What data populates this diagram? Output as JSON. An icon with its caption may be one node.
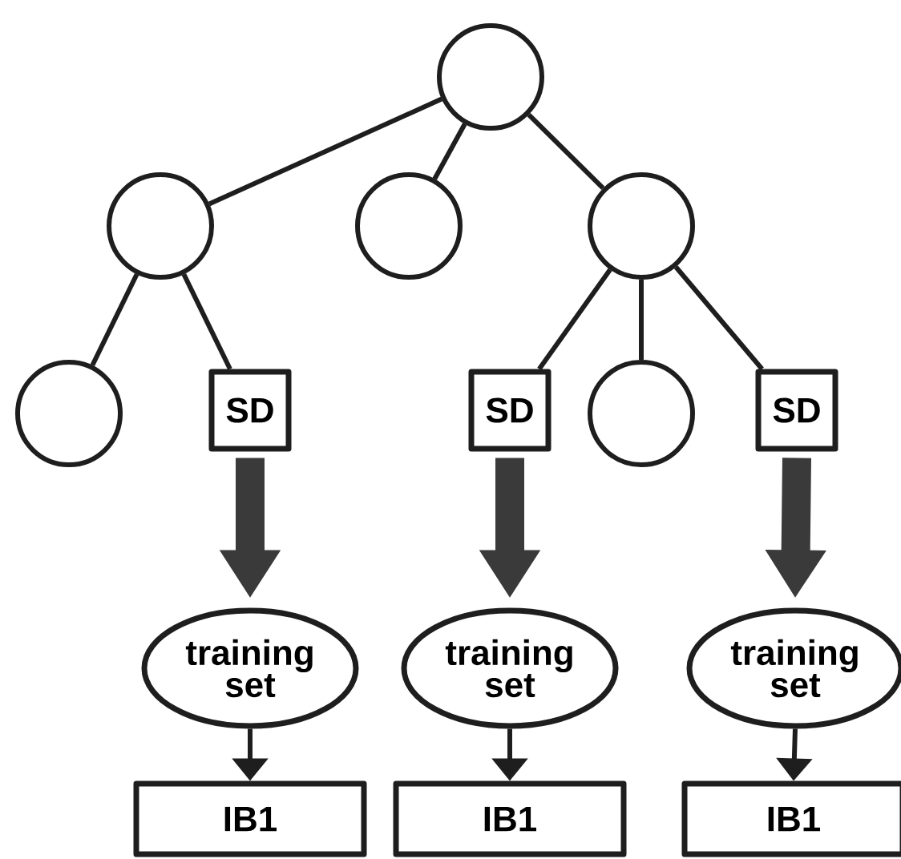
{
  "diagram": {
    "nodes": [
      {
        "text": [],
        "shape": "circle"
      },
      {
        "text": [],
        "shape": "circle"
      },
      {
        "text": [],
        "shape": "circle"
      },
      {
        "text": [],
        "shape": "circle"
      },
      {
        "text": [],
        "shape": "circle"
      },
      {
        "text": [
          "SD"
        ]
      },
      {
        "text": [
          "SD"
        ]
      },
      {
        "text": [],
        "shape": "circle"
      },
      {
        "text": [
          "SD"
        ]
      },
      {
        "text": [
          "training set"
        ]
      },
      {
        "text": [
          "training set"
        ]
      },
      {
        "text": [
          "training set"
        ]
      },
      {
        "text": [
          "IB1"
        ]
      },
      {
        "text": [
          "IB1"
        ]
      },
      {
        "text": [
          "IB1"
        ]
      }
    ],
    "edges": [
      {
        "from": 0,
        "to": 1,
        "arrow": "none"
      },
      {
        "from": 0,
        "to": 2,
        "arrow": "none"
      },
      {
        "from": 0,
        "to": 3,
        "arrow": "none"
      },
      {
        "from": 1,
        "to": 4,
        "arrow": "none"
      },
      {
        "from": 1,
        "to": 5,
        "arrow": "none"
      },
      {
        "from": 3,
        "to": 6,
        "arrow": "none"
      },
      {
        "from": 3,
        "to": 7,
        "arrow": "none"
      },
      {
        "from": 3,
        "to": 8,
        "arrow": "none"
      },
      {
        "from": 5,
        "to": 9,
        "arrow": "to",
        "style": "thick",
        "color": "#3a3a3a"
      },
      {
        "from": 6,
        "to": 10,
        "arrow": "to",
        "style": "thick",
        "color": "#3a3a3a"
      },
      {
        "from": 8,
        "to": 11,
        "arrow": "to",
        "style": "thick",
        "color": "#3a3a3a"
      },
      {
        "from": 9,
        "to": 12,
        "arrow": "to"
      },
      {
        "from": 10,
        "to": 13,
        "arrow": "to"
      },
      {
        "from": 11,
        "to": 14,
        "arrow": "to"
      }
    ]
  }
}
